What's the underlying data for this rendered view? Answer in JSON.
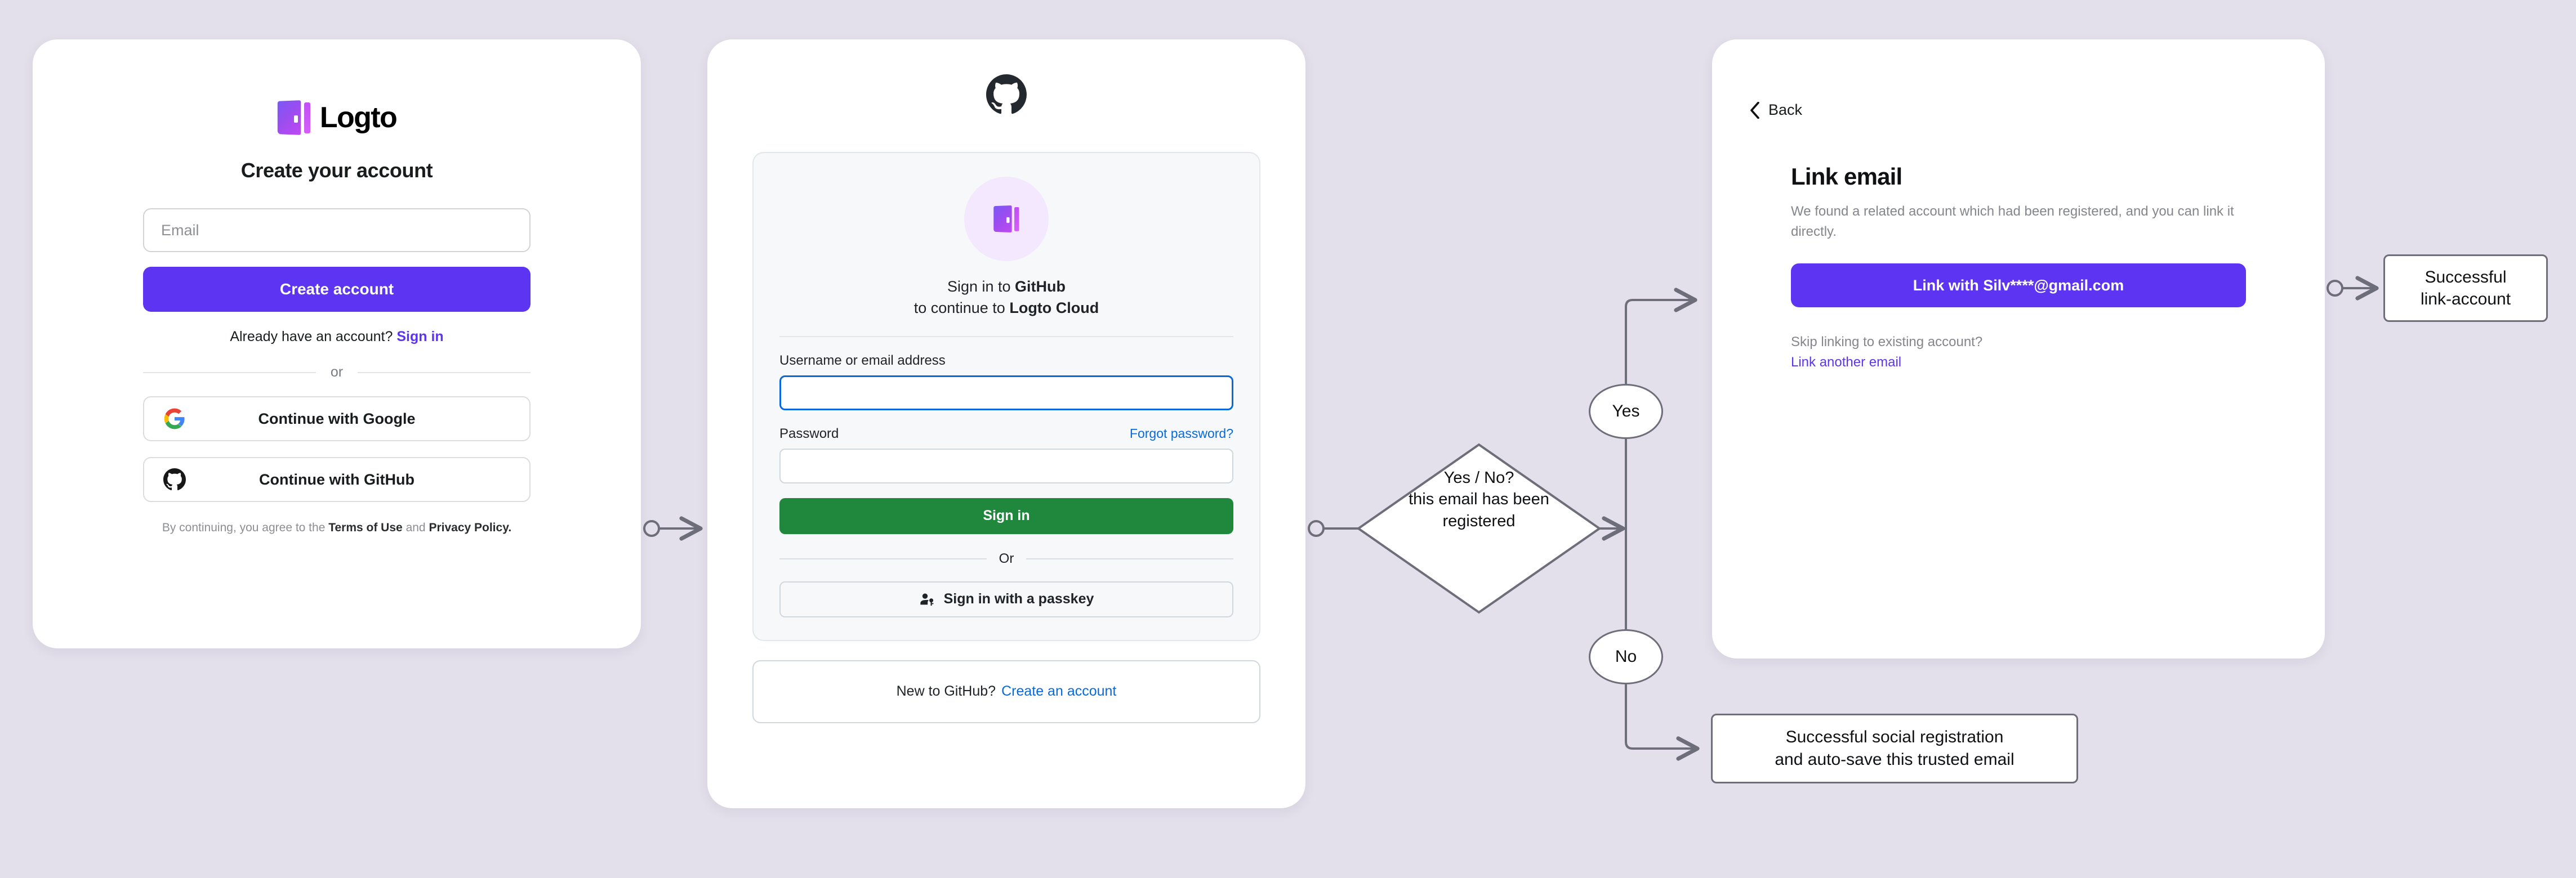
{
  "background_color": "#e3e0eb",
  "accent_color": "#5d34f2",
  "github_green": "#1f883d",
  "github_blue": "#0969da",
  "signup_card": {
    "brand": "Logto",
    "title": "Create your account",
    "email_placeholder": "Email",
    "create_account_label": "Create account",
    "already_text": "Already have an account?",
    "signin_link": "Sign in",
    "divider_label": "or",
    "google_label": "Continue with Google",
    "github_label": "Continue with GitHub",
    "terms_prefix": "By continuing, you agree to the",
    "terms_of_use": "Terms of Use",
    "terms_and": "and",
    "privacy_policy": "Privacy Policy."
  },
  "github_card": {
    "heading_line1_prefix": "Sign in to ",
    "heading_line1_bold": "GitHub",
    "heading_line2_prefix": "to continue to ",
    "heading_line2_bold": "Logto Cloud",
    "username_label": "Username or email address",
    "username_value": "",
    "password_label": "Password",
    "password_value": "",
    "forgot_password": "Forgot password?",
    "signin_label": "Sign in",
    "divider_label": "Or",
    "passkey_label": "Sign in with a passkey",
    "footer_text": "New to GitHub?",
    "footer_link": "Create an account"
  },
  "link_card": {
    "back_label": "Back",
    "title": "Link email",
    "description": "We found a related account which had been registered, and you can link it directly.",
    "primary_button": "Link with Silv****@gmail.com",
    "skip_text": "Skip linking to existing account?",
    "skip_link": "Link another email"
  },
  "flow": {
    "decision_line1": "Yes / No?",
    "decision_line2": "this email has been",
    "decision_line3": "registered",
    "yes_label": "Yes",
    "no_label": "No",
    "link_success_line1": "Successful",
    "link_success_line2": "link-account",
    "social_success_line1": "Successful social registration",
    "social_success_line2": "and auto-save this trusted email"
  }
}
